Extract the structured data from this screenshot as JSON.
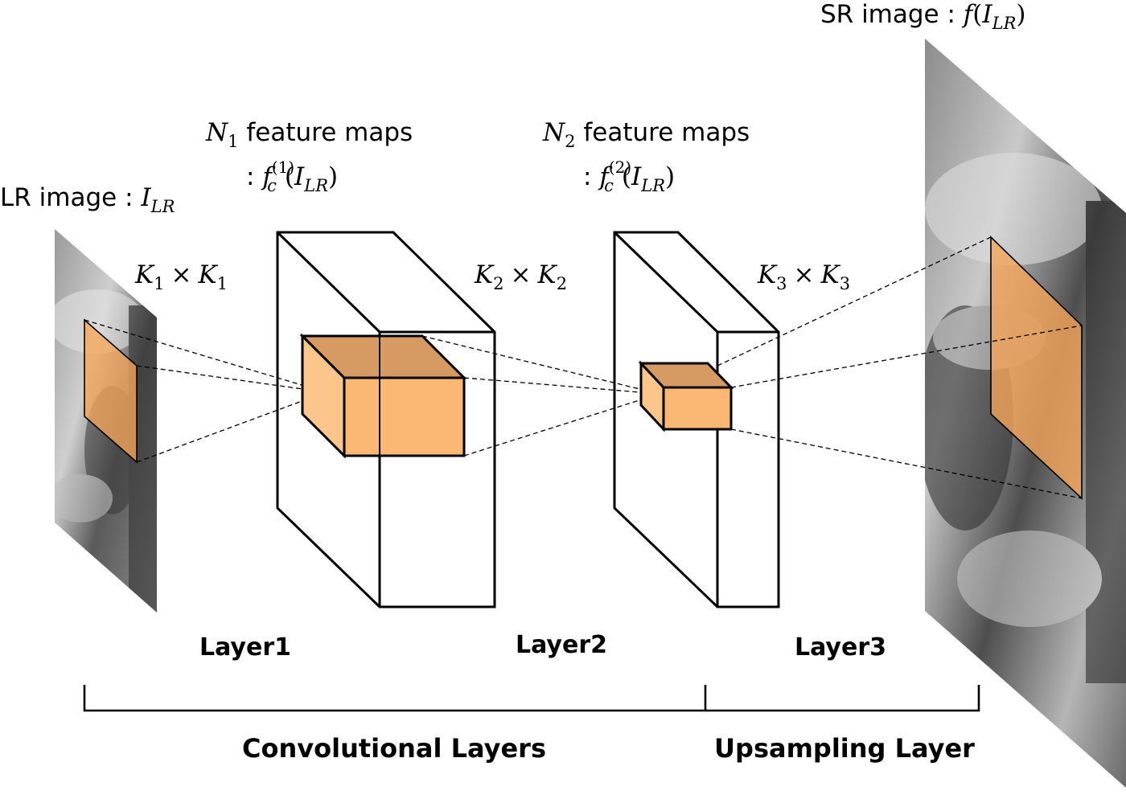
{
  "labels": {
    "lr_image_prefix": "LR image : ",
    "lr_image_var": "I",
    "lr_image_sub": "LR",
    "sr_image_prefix": "SR image : ",
    "sr_image_f": "f",
    "sr_image_var": "I",
    "sr_image_sub": "LR",
    "n1_var": "N",
    "n1_sub": "1",
    "n1_text": " feature maps",
    "n1_colon": ": ",
    "n1_f": "f",
    "n1_fsub": "c",
    "n1_fsup": "(1)",
    "n1_arg": "I",
    "n1_argsub": "LR",
    "n2_var": "N",
    "n2_sub": "2",
    "n2_text": " feature maps",
    "n2_colon": ": ",
    "n2_f": "f",
    "n2_fsub": "c",
    "n2_fsup": "(2)",
    "n2_arg": "I",
    "n2_argsub": "LR",
    "k1_var": "K",
    "k1_sub": "1",
    "k2_var": "K",
    "k2_sub": "2",
    "k3_var": "K",
    "k3_sub": "3",
    "times": "×",
    "layer1": "Layer1",
    "layer2": "Layer2",
    "layer3": "Layer3",
    "conv_layers": "Convolutional Layers",
    "upsampling_layer": "Upsampling Layer"
  },
  "colors": {
    "patch": "#f5a55a",
    "cube_front": "#fbb874",
    "cube_top": "#d79a63",
    "cube_side": "#fcc58c",
    "image_dark": "#4a4a4a",
    "image_light": "#d8d8d8"
  }
}
